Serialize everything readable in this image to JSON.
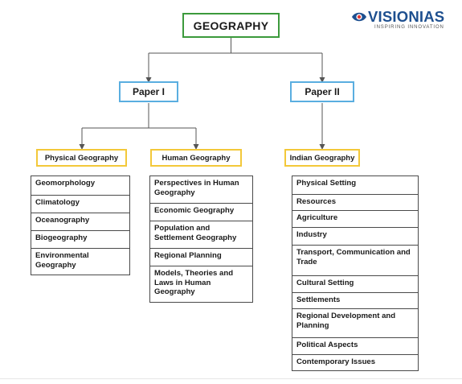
{
  "logo": {
    "brand": "VISIONIAS",
    "tagline": "INSPIRING INNOVATION"
  },
  "root": {
    "label": "GEOGRAPHY"
  },
  "papers": [
    {
      "label": "Paper I",
      "topics": [
        {
          "label": "Physical Geography",
          "items": [
            "Geomorphology",
            "Climatology",
            "Oceanography",
            "Biogeography",
            "Environmental Geography"
          ]
        },
        {
          "label": "Human Geography",
          "items": [
            "Perspectives in Human Geography",
            "Economic Geography",
            "Population and Settlement Geography",
            "Regional Planning",
            "Models, Theories and Laws in Human Geography"
          ]
        }
      ]
    },
    {
      "label": "Paper II",
      "topics": [
        {
          "label": "Indian Geography",
          "items": [
            "Physical Setting",
            "Resources",
            "Agriculture",
            "Industry",
            "Transport, Communication and Trade",
            "Cultural Setting",
            "Settlements",
            "Regional Development and Planning",
            "Political Aspects",
            "Contemporary Issues"
          ]
        }
      ]
    }
  ],
  "colors": {
    "root_border": "#3c9a3c",
    "paper_border": "#5aaee0",
    "topic_border": "#f3c83a",
    "logo_blue": "#1d4f8f",
    "logo_red": "#e53935"
  }
}
